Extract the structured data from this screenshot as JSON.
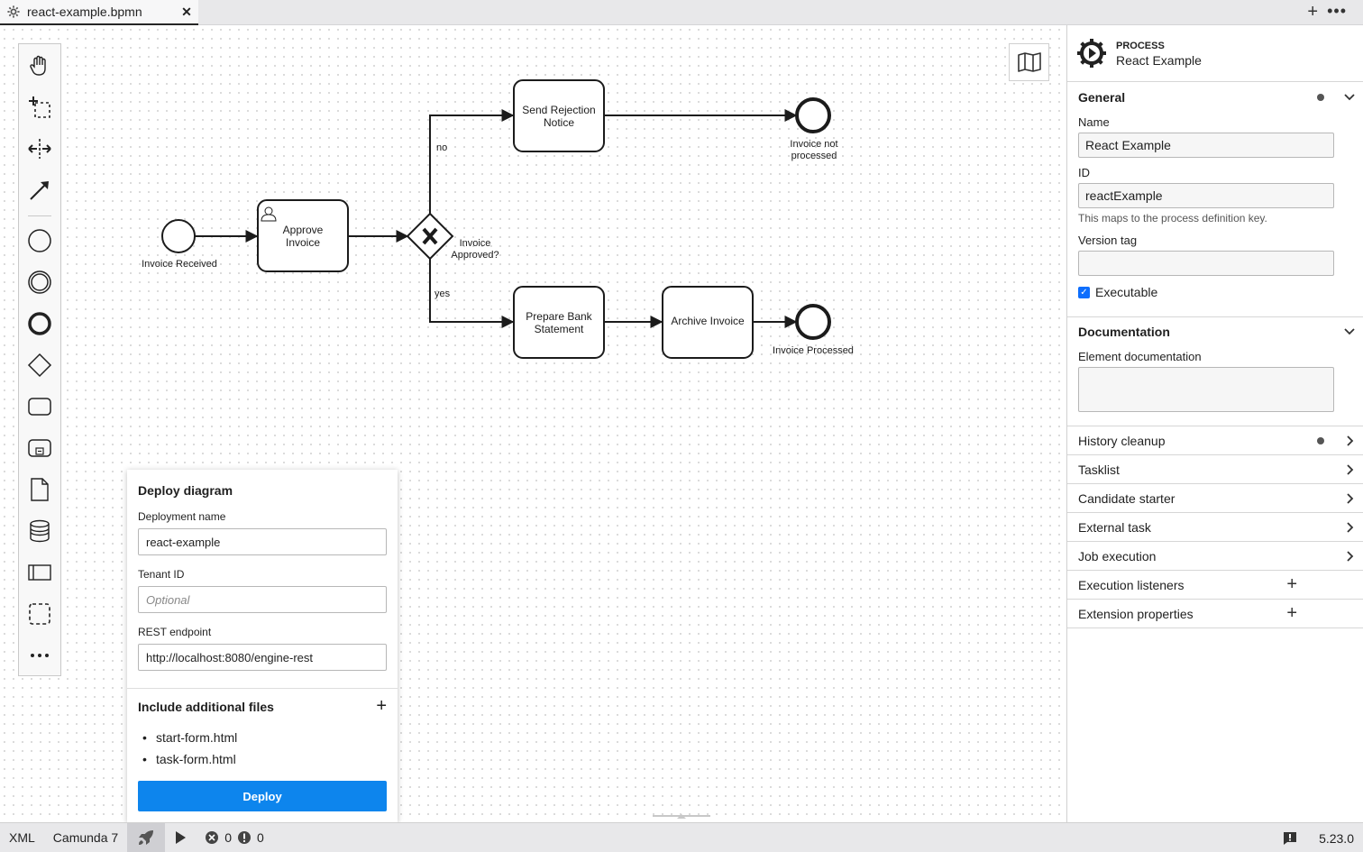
{
  "tab": {
    "title": "react-example.bpmn",
    "icon": "gear-icon",
    "close": "✕"
  },
  "tabbar": {
    "plus": "+",
    "more": "•••"
  },
  "palette": {
    "tools": [
      "hand-tool-icon",
      "lasso-tool-icon",
      "space-tool-icon",
      "connect-tool-icon",
      "start-event-icon",
      "intermediate-event-icon",
      "end-event-icon",
      "gateway-icon",
      "task-icon",
      "subprocess-icon",
      "data-object-icon",
      "data-store-icon",
      "participant-icon",
      "group-icon",
      "more-tools-icon"
    ]
  },
  "diagram": {
    "start_label": "Invoice Received",
    "approve_task": [
      "Approve",
      "Invoice"
    ],
    "gateway_label": [
      "Invoice",
      "Approved?"
    ],
    "flow_no": "no",
    "flow_yes": "yes",
    "reject_task": [
      "Send Rejection",
      "Notice"
    ],
    "end_not_processed": [
      "Invoice not",
      "processed"
    ],
    "prepare_task": [
      "Prepare Bank",
      "Statement"
    ],
    "archive_task": "Archive Invoice",
    "end_processed": "Invoice Processed"
  },
  "deploy": {
    "title": "Deploy diagram",
    "deployment_name_label": "Deployment name",
    "deployment_name_value": "react-example",
    "tenant_label": "Tenant ID",
    "tenant_placeholder": "Optional",
    "endpoint_label": "REST endpoint",
    "endpoint_value": "http://localhost:8080/engine-rest",
    "include_title": "Include additional files",
    "include_add": "+",
    "files": [
      "start-form.html",
      "task-form.html"
    ],
    "button": "Deploy"
  },
  "properties": {
    "type": "PROCESS",
    "name": "React Example",
    "general": {
      "title": "General",
      "name_label": "Name",
      "name_value": "React Example",
      "id_label": "ID",
      "id_value": "reactExample",
      "id_hint": "This maps to the process definition key.",
      "version_label": "Version tag",
      "version_value": "",
      "executable_label": "Executable",
      "executable_checked": true
    },
    "documentation": {
      "title": "Documentation",
      "element_label": "Element documentation"
    },
    "groups": [
      "History cleanup",
      "Tasklist",
      "Candidate starter",
      "External task",
      "Job execution"
    ],
    "list_groups": [
      "Execution listeners",
      "Extension properties"
    ]
  },
  "status": {
    "xml": "XML",
    "platform": "Camunda 7",
    "errors": "0",
    "warnings": "0",
    "version": "5.23.0"
  },
  "colors": {
    "accent": "#0d85ed",
    "checkbox": "#0d6efd"
  }
}
